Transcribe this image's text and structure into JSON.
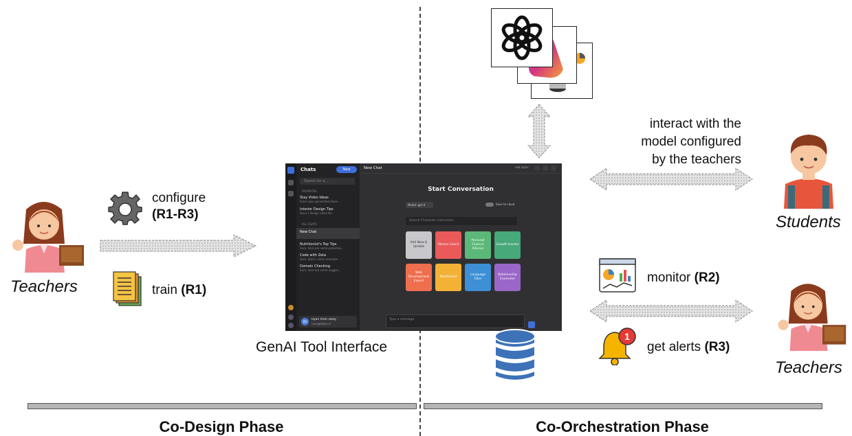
{
  "interface_title": "GenAI Tool Interface",
  "left": {
    "role": "Teachers",
    "configure_label": "configure",
    "configure_req": "(R1-R3)",
    "train_label": "train",
    "train_req": "(R1)"
  },
  "right": {
    "interact_lines": [
      "interact with the",
      "model configured",
      "by the teachers"
    ],
    "students_role": "Students",
    "monitor_label": "monitor",
    "monitor_req": "(R2)",
    "alerts_label": "get alerts",
    "alerts_req": "(R3)",
    "teachers_role": "Teachers",
    "bell_badge": "1"
  },
  "phases": {
    "left": "Co-Design Phase",
    "right": "Co-Orchestration Phase"
  },
  "app": {
    "sidebar_title": "Chats",
    "new_button": "New",
    "search_placeholder": "Search for a...",
    "section_favorites": "FAVORITES",
    "fav_items": [
      {
        "title": "Stay Video Ideas",
        "sub": "Since your generated ideas..."
      },
      {
        "title": "Interior Design Tips",
        "sub": "Since I design ideas for..."
      }
    ],
    "section_all": "ALL CHATS",
    "active_chat": "New Chat",
    "chat_items": [
      {
        "title": "Nutritionist's Top Tips",
        "sub": "Sure, here are some potential..."
      },
      {
        "title": "Code with Zeta",
        "sub": "Sure, Here's some example..."
      },
      {
        "title": "Domain Checking",
        "sub": "Sure, here are some sugges..."
      }
    ],
    "user_name": "Ryan from Daily",
    "user_email": "ryan@daily.co",
    "user_initials": "RD",
    "header_title": "New Chat",
    "header_right": "Gel Sync",
    "start_heading": "Start Conversation",
    "model_select": "Model: gpt-4",
    "save_toggle": "Save to cloud",
    "instructions_placeholder": "Search Character Instruction...",
    "tiles": [
      {
        "label": "Add New & Update",
        "color": "#c8c8cc",
        "text": "#333"
      },
      {
        "label": "Fitness Coach",
        "color": "#ea5a5a",
        "text": "#fff"
      },
      {
        "label": "Personal Finance Advisor",
        "color": "#5cb878",
        "text": "#fff"
      },
      {
        "label": "Growth Hacker",
        "color": "#47a87a",
        "text": "#fff"
      },
      {
        "label": "Web Development Expert",
        "color": "#ee6e4e",
        "text": "#fff"
      },
      {
        "label": "Nutritionist",
        "color": "#f3b236",
        "text": "#fff"
      },
      {
        "label": "Language Tutor",
        "color": "#3d8fd6",
        "text": "#fff"
      },
      {
        "label": "Relationship Counselor",
        "color": "#9a66c8",
        "text": "#fff"
      }
    ],
    "message_placeholder": "Type a message"
  }
}
